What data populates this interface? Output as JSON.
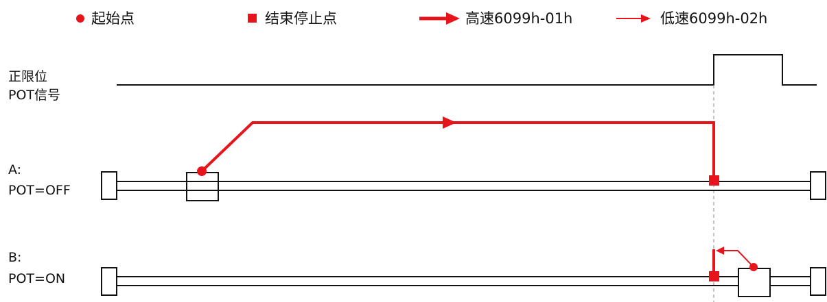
{
  "legend": {
    "start_point": "起始点",
    "stop_point": "结束停止点",
    "high_speed": "高速6099h-01h",
    "low_speed": "低速6099h-02h"
  },
  "signal": {
    "label_line1": "正限位",
    "label_line2": "POT信号"
  },
  "case_a": {
    "label_line1": "A:",
    "label_line2": "POT=OFF"
  },
  "case_b": {
    "label_line1": "B:",
    "label_line2": "POT=ON"
  },
  "colors": {
    "accent": "#e8141c",
    "ink": "#111111",
    "guide": "#888888"
  }
}
